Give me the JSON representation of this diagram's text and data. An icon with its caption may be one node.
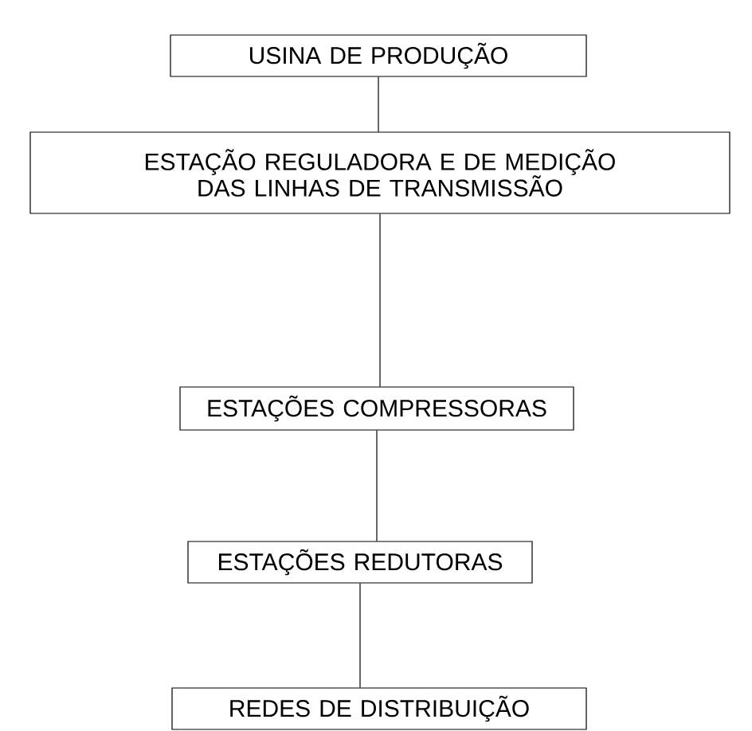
{
  "diagram": {
    "nodes": [
      {
        "text": [
          "USINA DE PRODUÇÃO"
        ]
      },
      {
        "text": [
          "ESTAÇÃO REGULADORA E DE MEDIÇÃO DAS LINHAS DE TRANSMISSÃO"
        ]
      },
      {
        "text": [
          "ESTAÇÕES COMPRESSORAS"
        ]
      },
      {
        "text": [
          "ESTAÇÕES REDUTORAS"
        ]
      },
      {
        "text": [
          "REDES DE DISTRIBUIÇÃO"
        ]
      }
    ],
    "edges": [
      {
        "from": 0,
        "to": 1,
        "arrow": "none"
      },
      {
        "from": 1,
        "to": 2,
        "arrow": "none"
      },
      {
        "from": 2,
        "to": 3,
        "arrow": "none"
      },
      {
        "from": 3,
        "to": 4,
        "arrow": "none"
      }
    ]
  }
}
